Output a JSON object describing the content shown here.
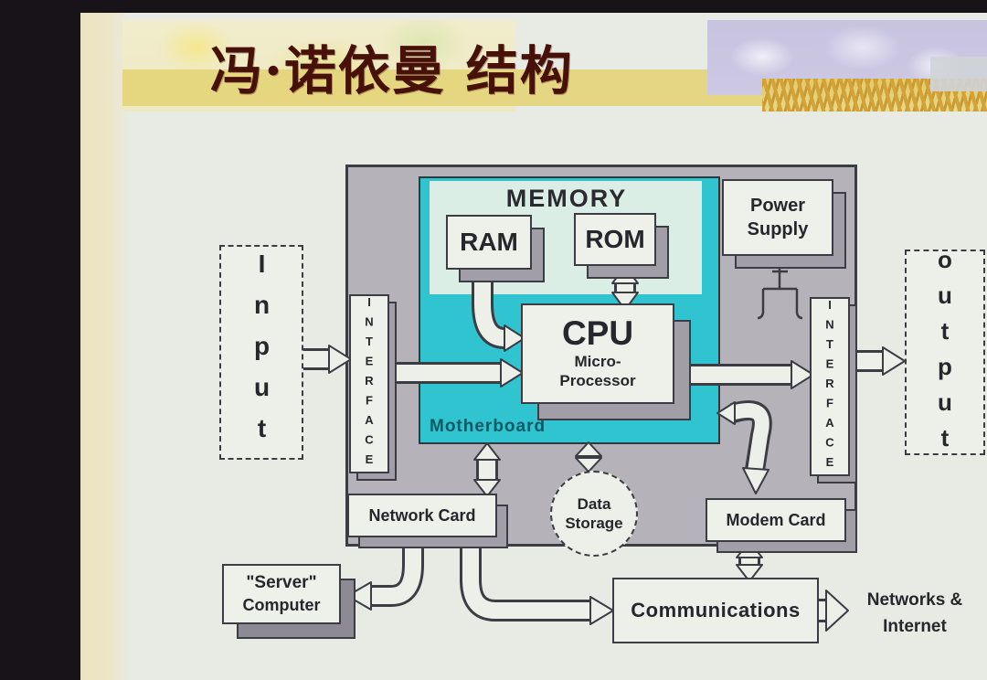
{
  "slide": {
    "title": "冯·诺依曼 结构"
  },
  "diagram": {
    "input_label": "Input",
    "output_label": "output",
    "interface_label": "INTERFACE",
    "memory_label": "MEMORY",
    "ram_label": "RAM",
    "rom_label": "ROM",
    "cpu_label": "CPU",
    "cpu_sub": [
      "Micro-",
      "Processor"
    ],
    "motherboard_label": "Motherboard",
    "power_supply": [
      "Power",
      "Supply"
    ],
    "network_card_label": "Network Card",
    "data_storage": [
      "Data",
      "Storage"
    ],
    "modem_card_label": "Modem Card",
    "server_computer": [
      "\"Server\"",
      "Computer"
    ],
    "communications_label": "Communications",
    "networks_internet": [
      "Networks &",
      "Internet"
    ]
  },
  "colors": {
    "motherboard_teal": "#2fc4d0",
    "memory_mint": "#daeee6",
    "chassis_gray": "#b6b2ba",
    "box_face": "#edf1ea",
    "outline": "#3c3c44",
    "title_maroon": "#471109",
    "banner_yellow": "#e4d479",
    "banner_sky": "#c7c3e0"
  }
}
